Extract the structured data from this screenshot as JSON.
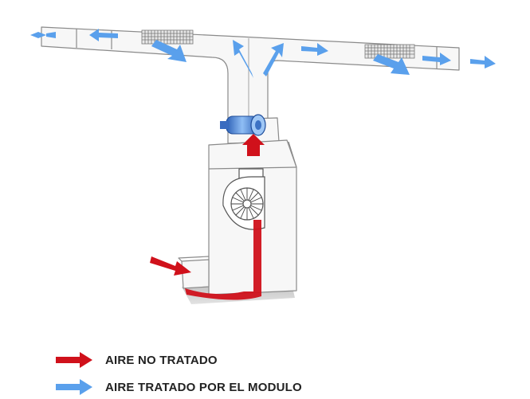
{
  "colors": {
    "untreated": "#d0111b",
    "treated": "#5aa0ec",
    "duct_stroke": "#8a8a8a",
    "duct_fill": "#f7f7f7"
  },
  "legend": {
    "items": [
      {
        "label": "AIRE NO TRATADO",
        "color_key": "untreated",
        "icon": "red-arrow-icon"
      },
      {
        "label": "AIRE TRATADO POR EL MODULO",
        "color_key": "treated",
        "icon": "blue-arrow-icon"
      }
    ]
  }
}
